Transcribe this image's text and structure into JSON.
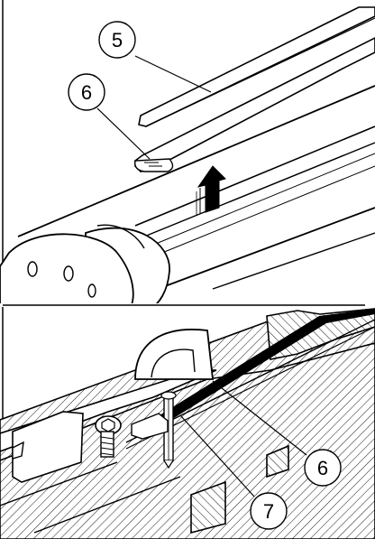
{
  "callouts": {
    "top_rail": "5",
    "top_key": "6",
    "bottom_key": "6",
    "bottom_screw": "7"
  },
  "panels": [
    "top",
    "bottom"
  ],
  "colors": {
    "line": "#000000",
    "background": "#ffffff",
    "arrow_fill": "#000000"
  },
  "icons": {
    "lift_arrow": "arrow-up-icon"
  }
}
